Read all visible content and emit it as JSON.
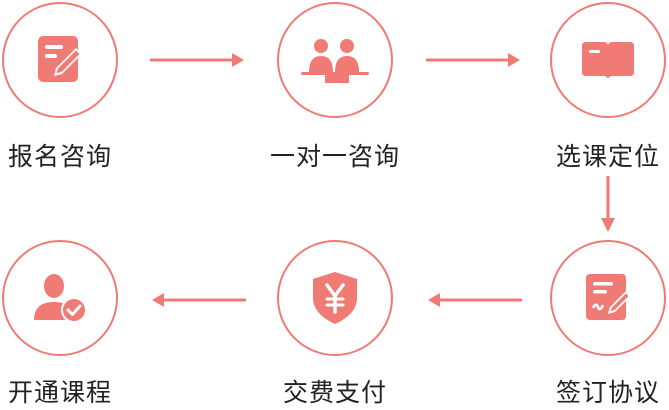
{
  "accent_color": "#f07a74",
  "flow": {
    "steps": [
      {
        "label": "报名咨询",
        "icon": "form-pen-icon"
      },
      {
        "label": "一对一咨询",
        "icon": "two-people-icon"
      },
      {
        "label": "选课定位",
        "icon": "open-book-icon"
      },
      {
        "label": "签订协议",
        "icon": "sign-contract-icon"
      },
      {
        "label": "交费支付",
        "icon": "yuan-shield-icon"
      },
      {
        "label": "开通课程",
        "icon": "user-check-icon"
      }
    ]
  }
}
